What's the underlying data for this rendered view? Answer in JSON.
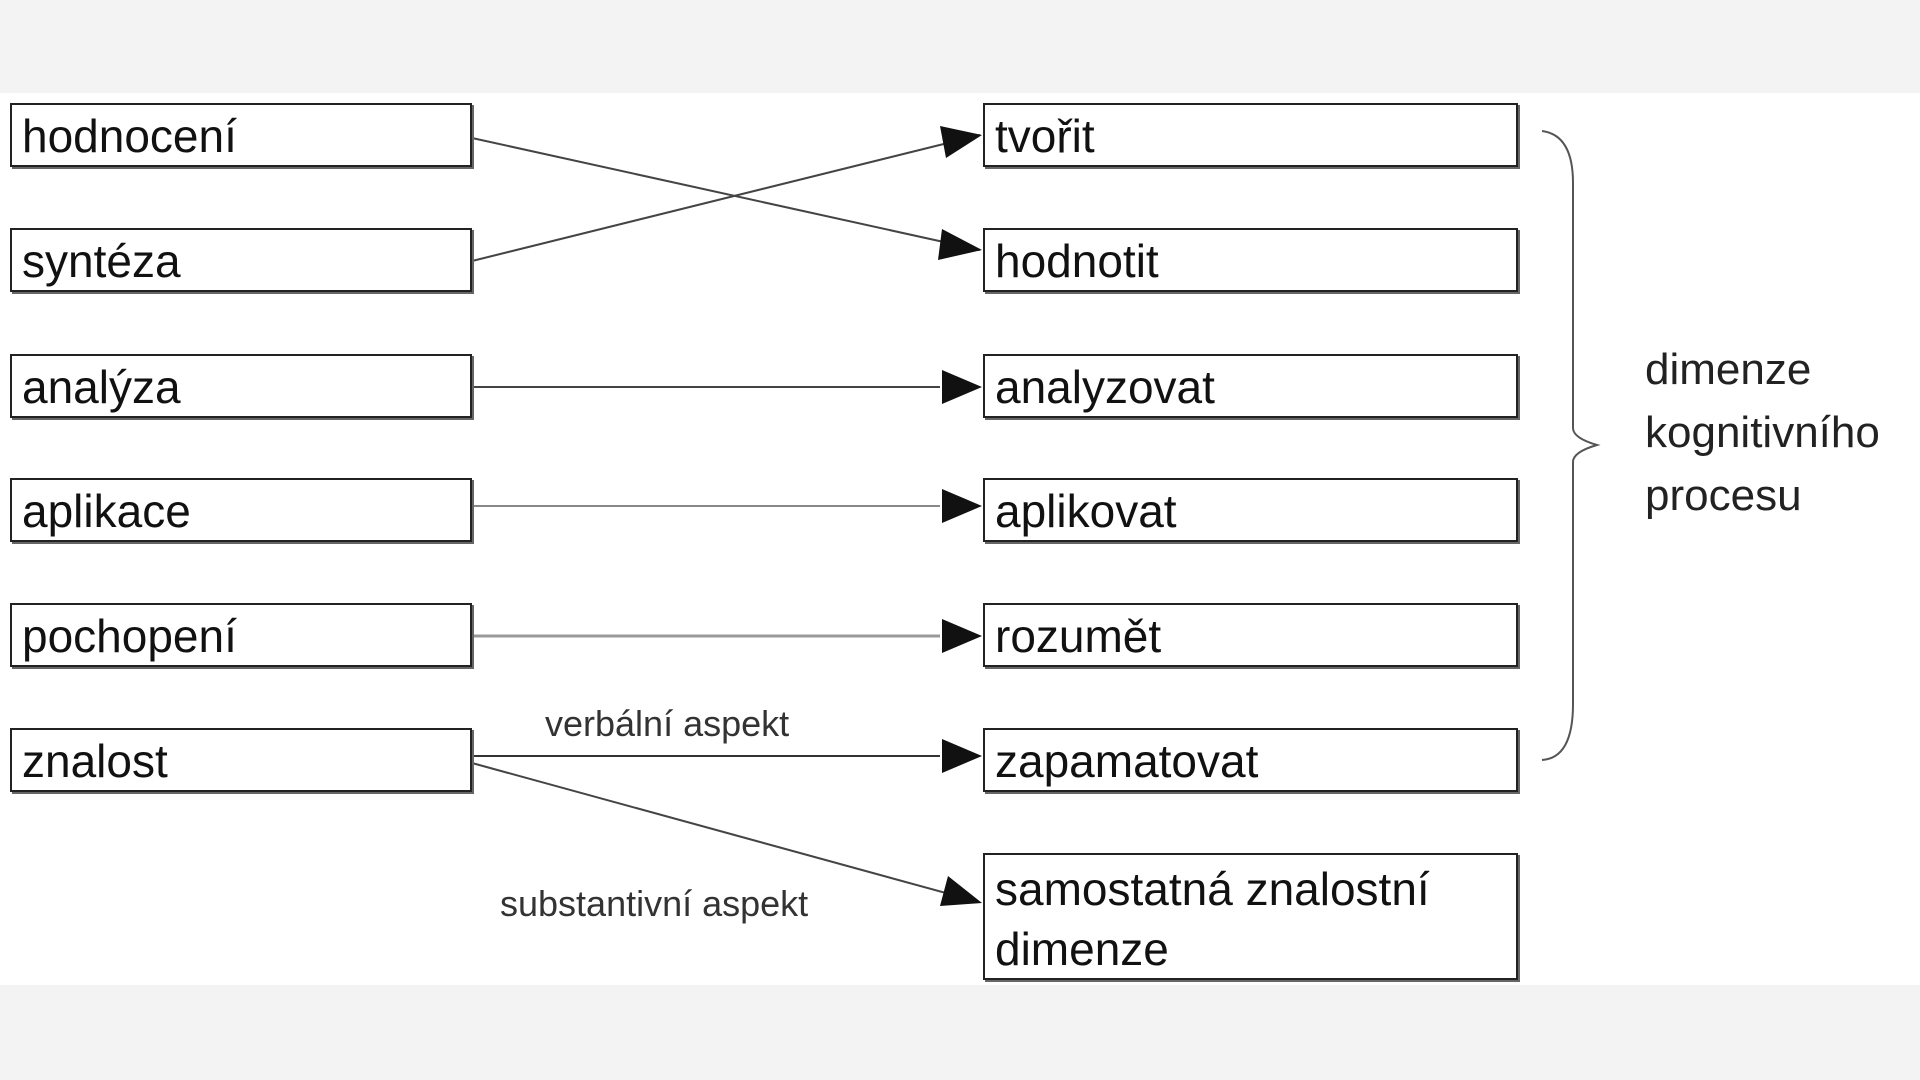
{
  "left_boxes": [
    {
      "id": "hodnoceni",
      "label": "hodnocení"
    },
    {
      "id": "synteza",
      "label": "syntéza"
    },
    {
      "id": "analyza",
      "label": "analýza"
    },
    {
      "id": "aplikace",
      "label": "aplikace"
    },
    {
      "id": "pochopeni",
      "label": "pochopení"
    },
    {
      "id": "znalost",
      "label": "znalost"
    }
  ],
  "right_boxes": [
    {
      "id": "tvorit",
      "label": "tvořit"
    },
    {
      "id": "hodnotit",
      "label": "hodnotit"
    },
    {
      "id": "analyzovat",
      "label": "analyzovat"
    },
    {
      "id": "aplikovat",
      "label": "aplikovat"
    },
    {
      "id": "rozumet",
      "label": "rozumět"
    },
    {
      "id": "zapamatovat",
      "label": "zapamatovat"
    },
    {
      "id": "samostatna",
      "label": "samostatná znalostní dimenze"
    }
  ],
  "connections": [
    {
      "from": "hodnoceni",
      "to": "hodnotit"
    },
    {
      "from": "synteza",
      "to": "tvorit"
    },
    {
      "from": "analyza",
      "to": "analyzovat"
    },
    {
      "from": "aplikace",
      "to": "aplikovat"
    },
    {
      "from": "pochopeni",
      "to": "rozumet"
    },
    {
      "from": "znalost",
      "to": "zapamatovat",
      "label": "verbální aspekt"
    },
    {
      "from": "znalost",
      "to": "samostatna",
      "label": "substantivní aspekt"
    }
  ],
  "brace_label": {
    "lines": [
      "dimenze",
      "kognitivního",
      "procesu"
    ]
  },
  "colors": {
    "border": "#222222",
    "line": "#444444",
    "brace": "#555555"
  }
}
